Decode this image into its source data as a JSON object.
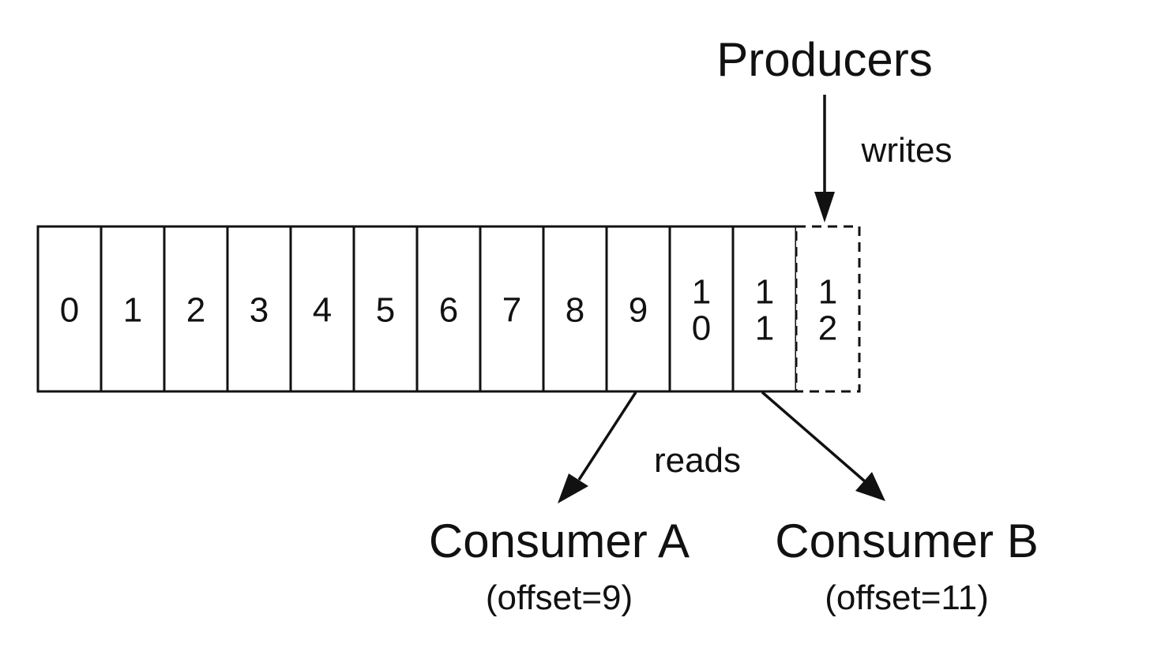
{
  "log": {
    "cells": [
      {
        "digits": [
          "0"
        ],
        "state": "written"
      },
      {
        "digits": [
          "1"
        ],
        "state": "written"
      },
      {
        "digits": [
          "2"
        ],
        "state": "written"
      },
      {
        "digits": [
          "3"
        ],
        "state": "written"
      },
      {
        "digits": [
          "4"
        ],
        "state": "written"
      },
      {
        "digits": [
          "5"
        ],
        "state": "written"
      },
      {
        "digits": [
          "6"
        ],
        "state": "written"
      },
      {
        "digits": [
          "7"
        ],
        "state": "written"
      },
      {
        "digits": [
          "8"
        ],
        "state": "written"
      },
      {
        "digits": [
          "9"
        ],
        "state": "written"
      },
      {
        "digits": [
          "1",
          "0"
        ],
        "state": "written"
      },
      {
        "digits": [
          "1",
          "1"
        ],
        "state": "written"
      },
      {
        "digits": [
          "1",
          "2"
        ],
        "state": "pending"
      }
    ]
  },
  "producers": {
    "label": "Producers",
    "action": "writes",
    "target_cell": 12
  },
  "reads_label": "reads",
  "consumers": [
    {
      "name": "Consumer A",
      "offset_label": "(offset=9)",
      "offset": 9
    },
    {
      "name": "Consumer B",
      "offset_label": "(offset=11)",
      "offset": 11
    }
  ],
  "colors": {
    "ink": "#111111",
    "background": "#ffffff"
  }
}
